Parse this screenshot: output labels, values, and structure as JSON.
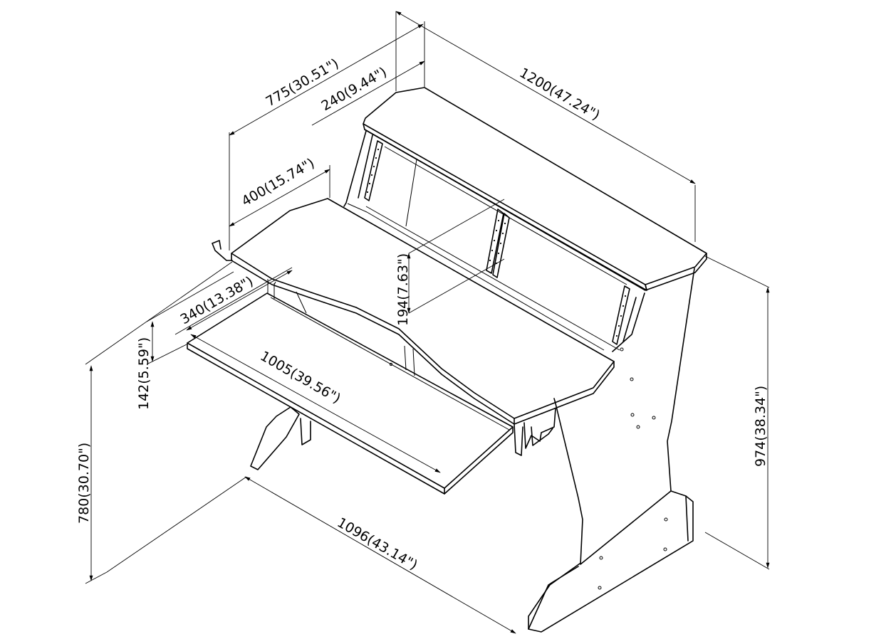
{
  "dimensions": {
    "overall_width": "1200(47.24\")",
    "overall_depth": "775(30.51\")",
    "top_shelf_depth": "240(9.44\")",
    "desk_depth": "400(15.74\")",
    "shelf_clearance": "194(7.63\")",
    "keyboard_tray_depth": "340(13.38\")",
    "keyboard_tray_height": "142(5.59\")",
    "keyboard_tray_width": "1005(39.56\")",
    "base_width": "1096(43.14\")",
    "desk_height": "780(30.70\")",
    "overall_height": "974(38.34\")"
  }
}
